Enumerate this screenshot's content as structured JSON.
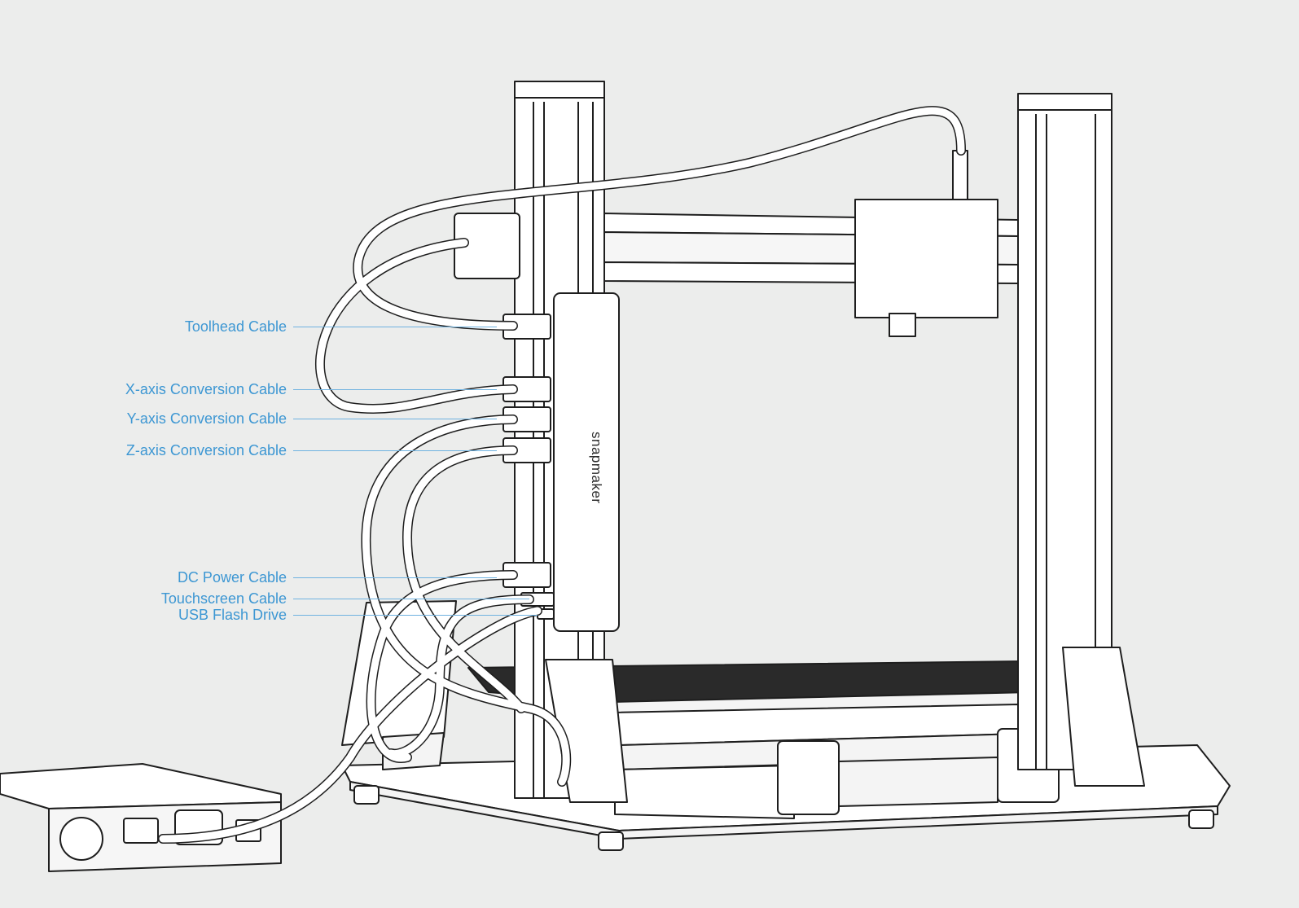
{
  "diagram": {
    "brand_logo_text": "snapmaker",
    "accent_color": "#3d97d3",
    "callouts": [
      {
        "id": "toolhead",
        "label": "Toolhead Cable"
      },
      {
        "id": "x-axis",
        "label": "X-axis Conversion Cable"
      },
      {
        "id": "y-axis",
        "label": "Y-axis Conversion Cable"
      },
      {
        "id": "z-axis",
        "label": "Z-axis Conversion Cable"
      },
      {
        "id": "dc-power",
        "label": "DC Power Cable"
      },
      {
        "id": "touchscreen",
        "label": "Touchscreen Cable"
      },
      {
        "id": "usb",
        "label": "USB  Flash Drive"
      }
    ]
  }
}
